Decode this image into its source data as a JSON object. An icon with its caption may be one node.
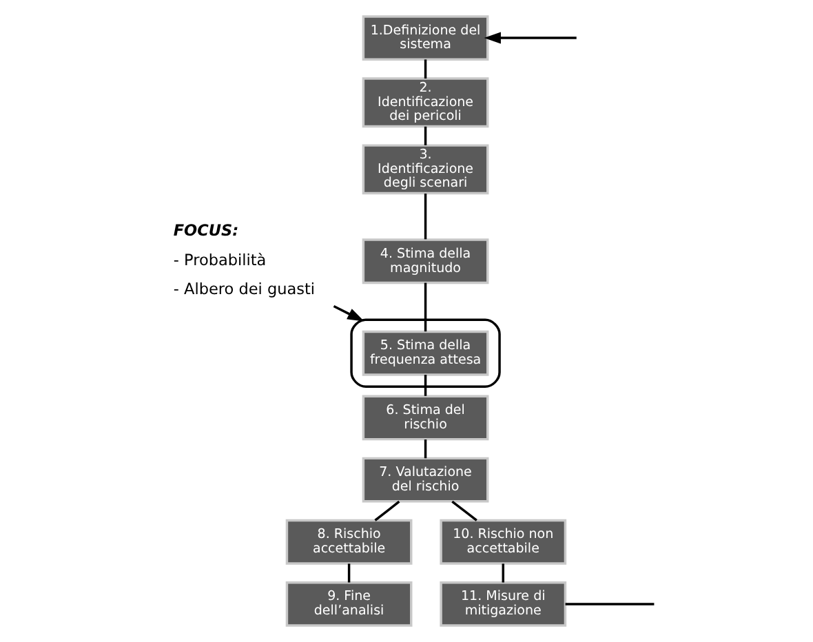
{
  "diagram": {
    "nodes": [
      {
        "text": [
          "1.Definizione del sistema"
        ]
      },
      {
        "text": [
          "2. Identificazione dei pericoli"
        ]
      },
      {
        "text": [
          "3. Identificazione degli scenari"
        ]
      },
      {
        "text": [
          "4. Stima della magnitudo"
        ]
      },
      {
        "text": [
          "FOCUS:",
          "- Probabilità",
          "- Albero dei guasti"
        ]
      },
      {
        "text": [],
        "shape": "ellipse"
      },
      {
        "text": [
          "5. Stima della frequenza attesa"
        ],
        "in": 5
      },
      {
        "text": [
          "6. Stima del rischio"
        ]
      },
      {
        "text": [
          "7. Valutazione del rischio"
        ]
      },
      {
        "text": [
          "8. Rischio accettabile"
        ]
      },
      {
        "text": [
          "10. Rischio non accettabile"
        ]
      },
      {
        "text": [
          "9. Fine dell’analisi"
        ]
      },
      {
        "text": [
          "11. Misure di mitigazione"
        ]
      }
    ],
    "edges": [
      {
        "from": 0,
        "to": 1,
        "arrow": "none"
      },
      {
        "from": 1,
        "to": 2,
        "arrow": "none"
      },
      {
        "from": 2,
        "to": 3,
        "arrow": "none"
      },
      {
        "from": 3,
        "to": 6,
        "arrow": "none"
      },
      {
        "from": 4,
        "to": 5,
        "arrow": "to"
      },
      {
        "from": 6,
        "to": 7,
        "arrow": "none"
      },
      {
        "from": 7,
        "to": 8,
        "arrow": "none"
      },
      {
        "from": 8,
        "to": 9,
        "arrow": "none"
      },
      {
        "from": 8,
        "to": 10,
        "arrow": "none"
      },
      {
        "from": 9,
        "to": 11,
        "arrow": "none"
      },
      {
        "from": 10,
        "to": 12,
        "arrow": "none"
      },
      {
        "from": null,
        "to": 0,
        "arrow": "to"
      },
      {
        "from": 12,
        "to": null,
        "arrow": "none"
      }
    ]
  }
}
